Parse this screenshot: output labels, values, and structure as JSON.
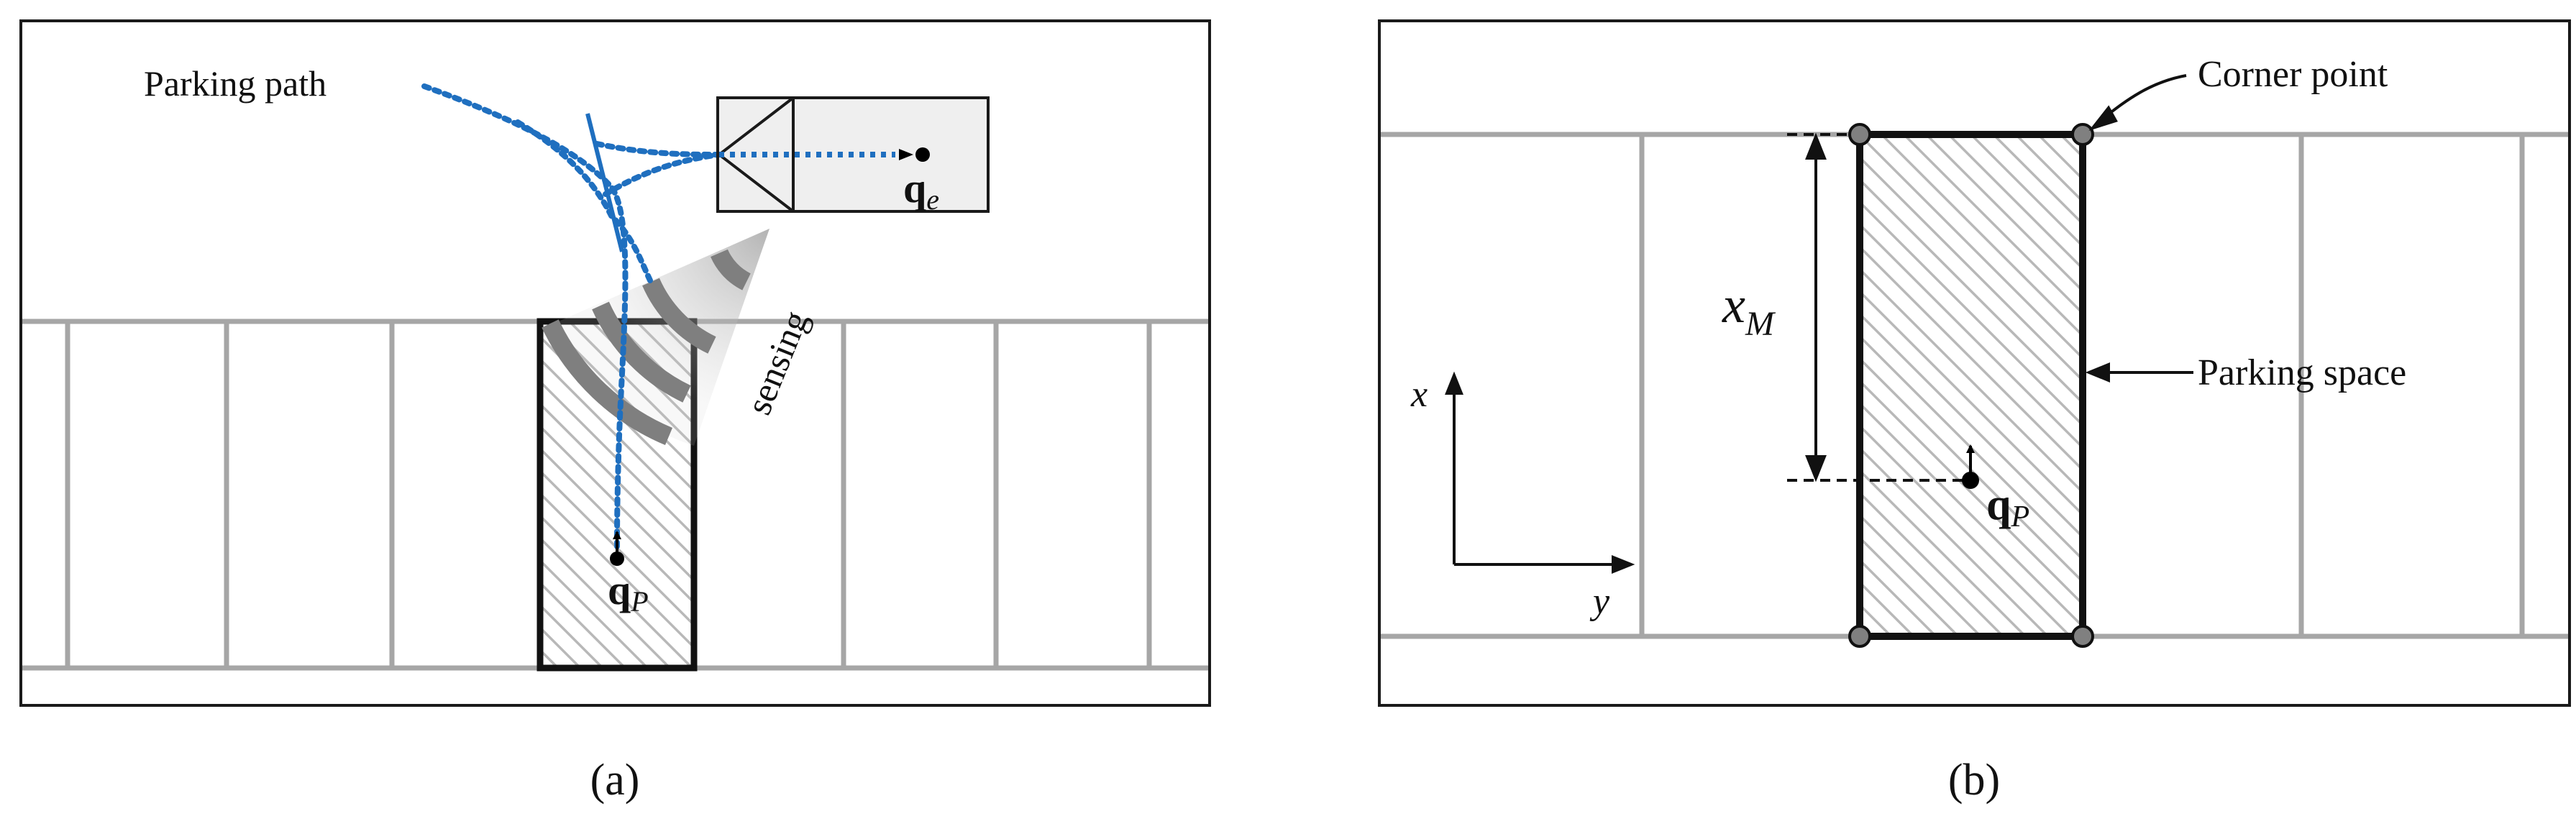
{
  "panel_a": {
    "caption": "(a)",
    "labels": {
      "parking_path": "Parking path",
      "sensing": "sensing",
      "q_end_main": "q",
      "q_end_sub": "e",
      "q_park_main": "q",
      "q_park_sub": "P"
    }
  },
  "panel_b": {
    "caption": "(b)",
    "labels": {
      "corner_point": "Corner point",
      "parking_space": "Parking space",
      "x_m_main": "x",
      "x_m_sub": "M",
      "axis_x": "x",
      "axis_y": "y",
      "q_park_main": "q",
      "q_park_sub": "P"
    }
  },
  "colors": {
    "frame": "#1a1a1a",
    "lane_line": "#a6a6a6",
    "path": "#1f6fbf",
    "hatch": "#b8b8b8",
    "vehicle_fill": "#efefef",
    "corner_fill": "#808080",
    "sensing_arc": "#7f7f7f"
  }
}
